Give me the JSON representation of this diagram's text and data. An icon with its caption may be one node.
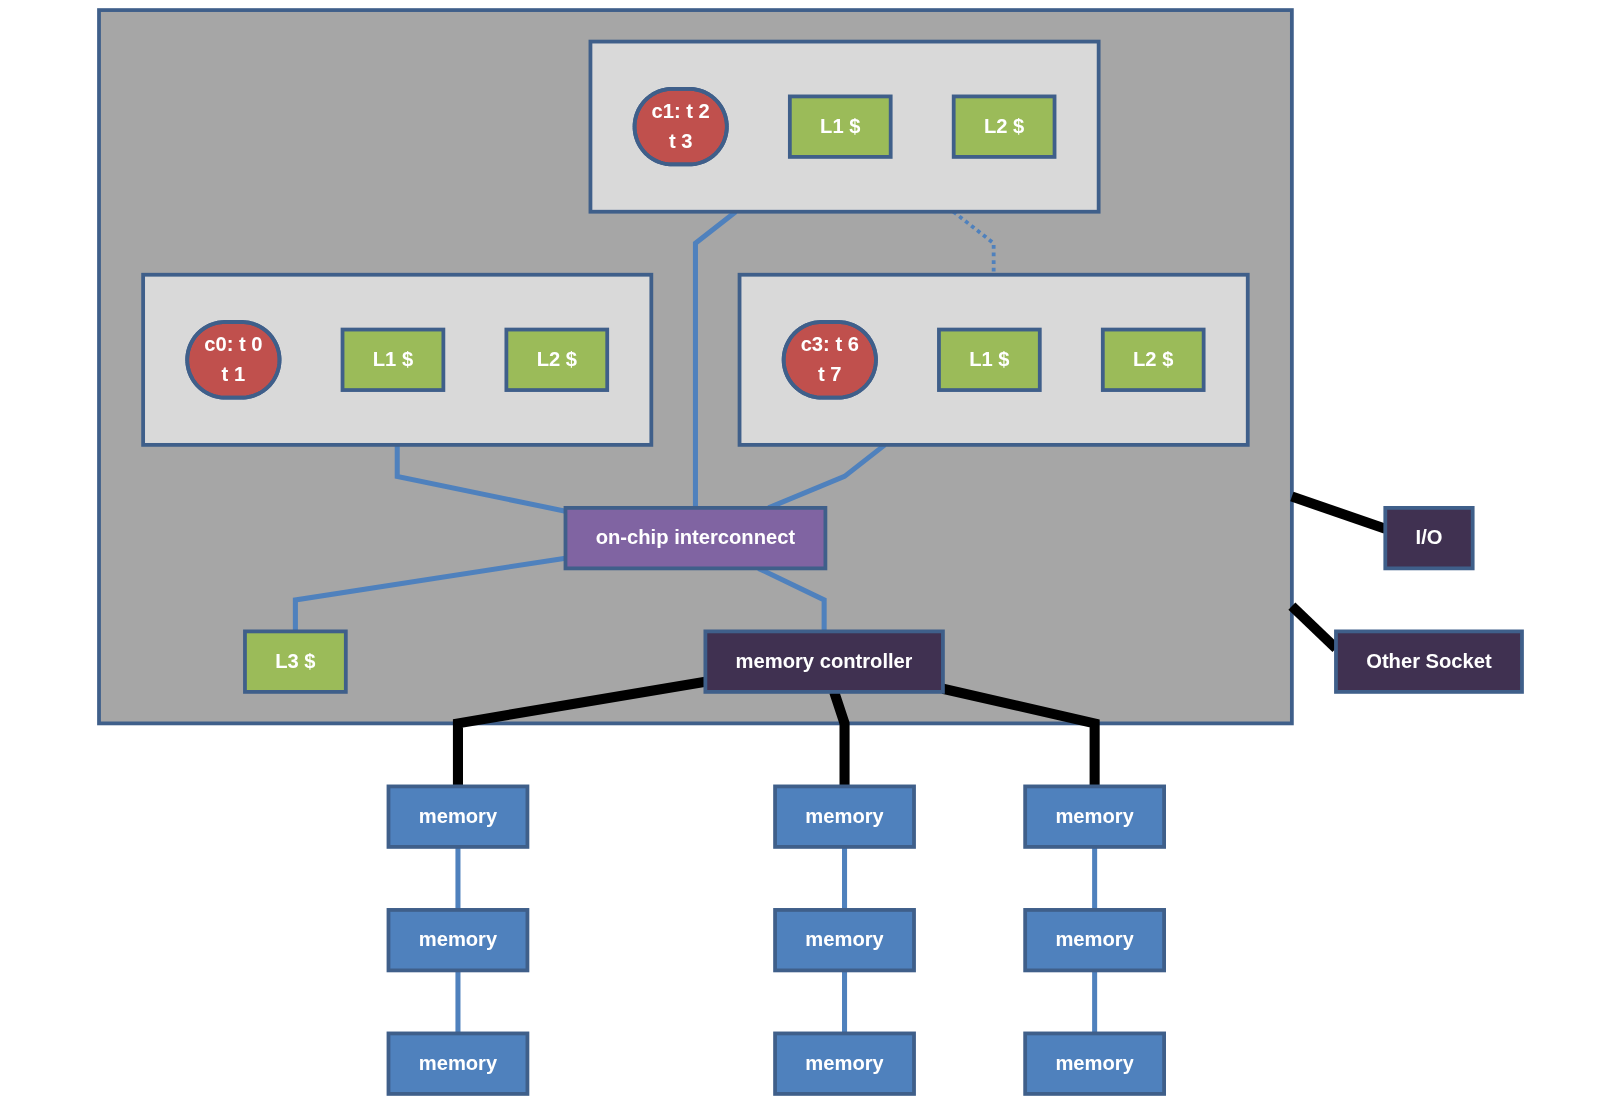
{
  "diagram": {
    "nodes": [
      {
        "text": [],
        "shape": "box"
      },
      {
        "text": [],
        "shape": "box",
        "in": 0
      },
      {
        "text": [
          "c0: t 0",
          "t 1"
        ],
        "in": 1
      },
      {
        "text": [
          "L1 $"
        ],
        "in": 1
      },
      {
        "text": [
          "L2 $"
        ],
        "in": 1
      },
      {
        "text": [],
        "shape": "box",
        "in": 0
      },
      {
        "text": [
          "c1: t 2",
          "t 3"
        ],
        "in": 5
      },
      {
        "text": [
          "L1 $"
        ],
        "in": 5
      },
      {
        "text": [
          "L2 $"
        ],
        "in": 5
      },
      {
        "text": [],
        "shape": "box",
        "in": 0
      },
      {
        "text": [
          "c3: t 6",
          "t 7"
        ],
        "in": 9
      },
      {
        "text": [
          "L1 $"
        ],
        "in": 9
      },
      {
        "text": [
          "L2 $"
        ],
        "in": 9
      },
      {
        "text": [
          "on-chip interconnect"
        ],
        "in": 0
      },
      {
        "text": [
          "L3 $"
        ],
        "in": 0
      },
      {
        "text": [
          "memory controller"
        ],
        "in": 0
      },
      {
        "text": [
          "I/O"
        ]
      },
      {
        "text": [
          "Other Socket"
        ]
      },
      {
        "text": [
          "memory"
        ]
      },
      {
        "text": [
          "memory"
        ]
      },
      {
        "text": [
          "memory"
        ]
      },
      {
        "text": [
          "memory"
        ]
      },
      {
        "text": [
          "memory"
        ]
      },
      {
        "text": [
          "memory"
        ]
      },
      {
        "text": [
          "memory"
        ]
      },
      {
        "text": [
          "memory"
        ]
      },
      {
        "text": [
          "memory"
        ]
      }
    ],
    "edges": [
      {
        "from": 5,
        "to": 9,
        "arrow": "none",
        "style": "dashed"
      },
      {
        "from": 1,
        "to": 13,
        "arrow": "none"
      },
      {
        "from": 5,
        "to": 13,
        "arrow": "none"
      },
      {
        "from": 9,
        "to": 13,
        "arrow": "none"
      },
      {
        "from": 13,
        "to": 14,
        "arrow": "none"
      },
      {
        "from": 13,
        "to": 15,
        "arrow": "none"
      },
      {
        "from": 0,
        "to": 16,
        "arrow": "none",
        "style": "thick",
        "color": "#000000"
      },
      {
        "from": 0,
        "to": 17,
        "arrow": "none",
        "style": "thick",
        "color": "#000000"
      },
      {
        "from": 15,
        "to": 18,
        "arrow": "none",
        "style": "thick",
        "color": "#000000"
      },
      {
        "from": 15,
        "to": 19,
        "arrow": "none",
        "style": "thick",
        "color": "#000000"
      },
      {
        "from": 15,
        "to": 20,
        "arrow": "none",
        "style": "thick",
        "color": "#000000"
      },
      {
        "from": 18,
        "to": 21,
        "arrow": "none"
      },
      {
        "from": 21,
        "to": 24,
        "arrow": "none"
      },
      {
        "from": 19,
        "to": 22,
        "arrow": "none"
      },
      {
        "from": 22,
        "to": 25,
        "arrow": "none"
      },
      {
        "from": 20,
        "to": 23,
        "arrow": "none"
      },
      {
        "from": 23,
        "to": 26,
        "arrow": "none"
      }
    ]
  }
}
